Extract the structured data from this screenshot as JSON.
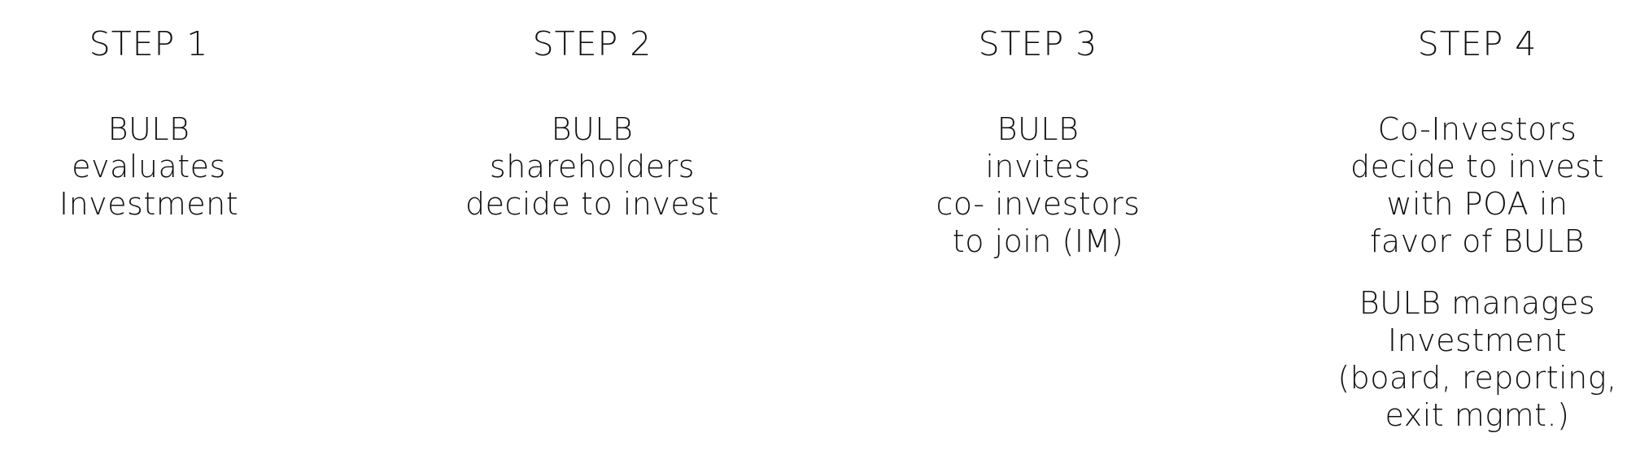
{
  "steps": [
    {
      "title": "STEP 1",
      "paragraphs": [
        [
          "BULB",
          "evaluates",
          "Investment"
        ]
      ]
    },
    {
      "title": "STEP 2",
      "paragraphs": [
        [
          "BULB",
          "shareholders",
          "decide to invest"
        ]
      ]
    },
    {
      "title": "STEP 3",
      "paragraphs": [
        [
          "BULB",
          "invites",
          "co- investors",
          "to join (IM)"
        ]
      ]
    },
    {
      "title": "STEP 4",
      "paragraphs": [
        [
          "Co-Investors",
          "decide to invest",
          "with POA in",
          "favor of BULB"
        ],
        [
          "BULB manages",
          "Investment",
          "(board, reporting,",
          "exit mgmt.)"
        ]
      ]
    }
  ]
}
